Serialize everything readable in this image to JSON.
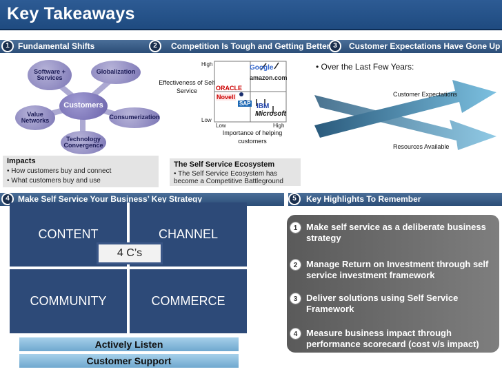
{
  "title": "Key Takeaways",
  "sections": [
    {
      "num": "1",
      "title": "Fundamental Shifts"
    },
    {
      "num": "2",
      "title": "Competition Is Tough and Getting Better"
    },
    {
      "num": "3",
      "title": "Customer Expectations Have Gone Up"
    },
    {
      "num": "4",
      "title": "Make Self Service Your Business’ Key Strategy"
    },
    {
      "num": "5",
      "title": "Key  Highlights To Remember"
    }
  ],
  "shifts": {
    "software": "Software + Services",
    "globalization": "Globalization",
    "customers": "Customers",
    "value_networks": "Value Networks",
    "consumerization": "Consumerization",
    "technology": "Technology Convergence"
  },
  "impacts": {
    "heading": "Impacts",
    "items": [
      "How customers buy and connect",
      "What customers buy and use"
    ]
  },
  "competition": {
    "high_y": "High",
    "low_y": "Low",
    "y_label": "Effectiveness of  Self Service",
    "low_x": "Low",
    "high_x": "High",
    "x_label": "Importance of helping customers",
    "logos": {
      "google": "Google",
      "amazon": "amazon.com",
      "oracle": "ORACLE",
      "novell": "Novell",
      "sap": "SAP",
      "ibm": "IBM",
      "microsoft": "Microsoft"
    }
  },
  "ecosystem": {
    "heading": "The Self Service Ecosystem",
    "item": "The Self Service Ecosystem has become a Competitive Battleground"
  },
  "expectations": {
    "bullet": "Over the Last Few Years:",
    "line1": "Customer Expectations",
    "line2": "Resources Available"
  },
  "four_cs": {
    "content": "CONTENT",
    "channel": "CHANNEL",
    "community": "COMMUNITY",
    "commerce": "COMMERCE",
    "center": "4 C’s",
    "listen": "Actively Listen",
    "support": "Customer Support"
  },
  "highlights": [
    {
      "num": "1",
      "text": "Make self service as a deliberate business strategy"
    },
    {
      "num": "2",
      "text": "Manage Return on Investment through self service investment framework"
    },
    {
      "num": "3",
      "text": "Deliver solutions using Self Service Framework"
    },
    {
      "num": "4",
      "text": "Measure business impact through performance scorecard (cost v/s impact)"
    }
  ],
  "colors": {
    "header": "#2b4d77",
    "grid": "#2d4a78",
    "highlight_box": "#6f6f6f",
    "listen_bar": "#7fb4d6"
  }
}
